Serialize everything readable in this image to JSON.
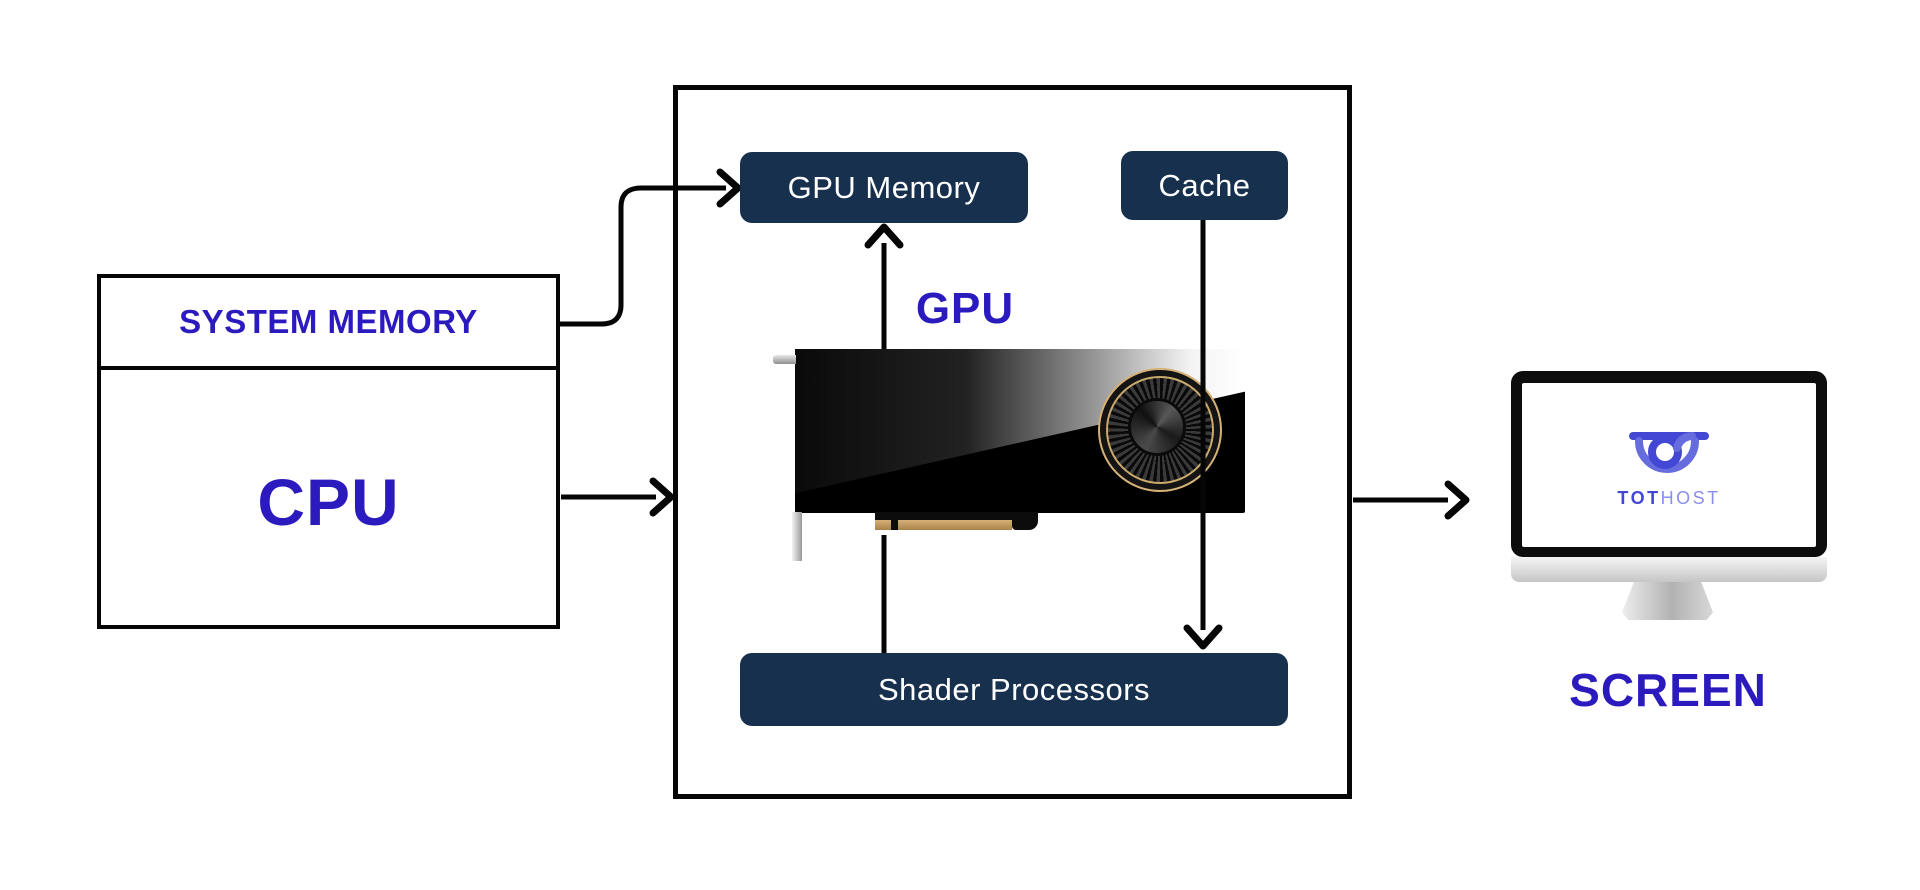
{
  "palette": {
    "indigo": "#2B1ABD",
    "navy": "#16304D",
    "line": "#060606",
    "gold": "#D6B176",
    "goldDark": "#A8834C",
    "logoDark": "#4348D4",
    "logoMid": "#666BDD",
    "logoLight": "#8A8EEF"
  },
  "cpu_unit": {
    "system_memory_label": "SYSTEM MEMORY",
    "cpu_label": "CPU"
  },
  "gpu_unit": {
    "title": "GPU",
    "memory_label": "GPU Memory",
    "cache_label": "Cache",
    "shader_label": "Shader Processors"
  },
  "screen_unit": {
    "label": "SCREEN",
    "logo_primary": "TOT",
    "logo_secondary": "HOST"
  }
}
